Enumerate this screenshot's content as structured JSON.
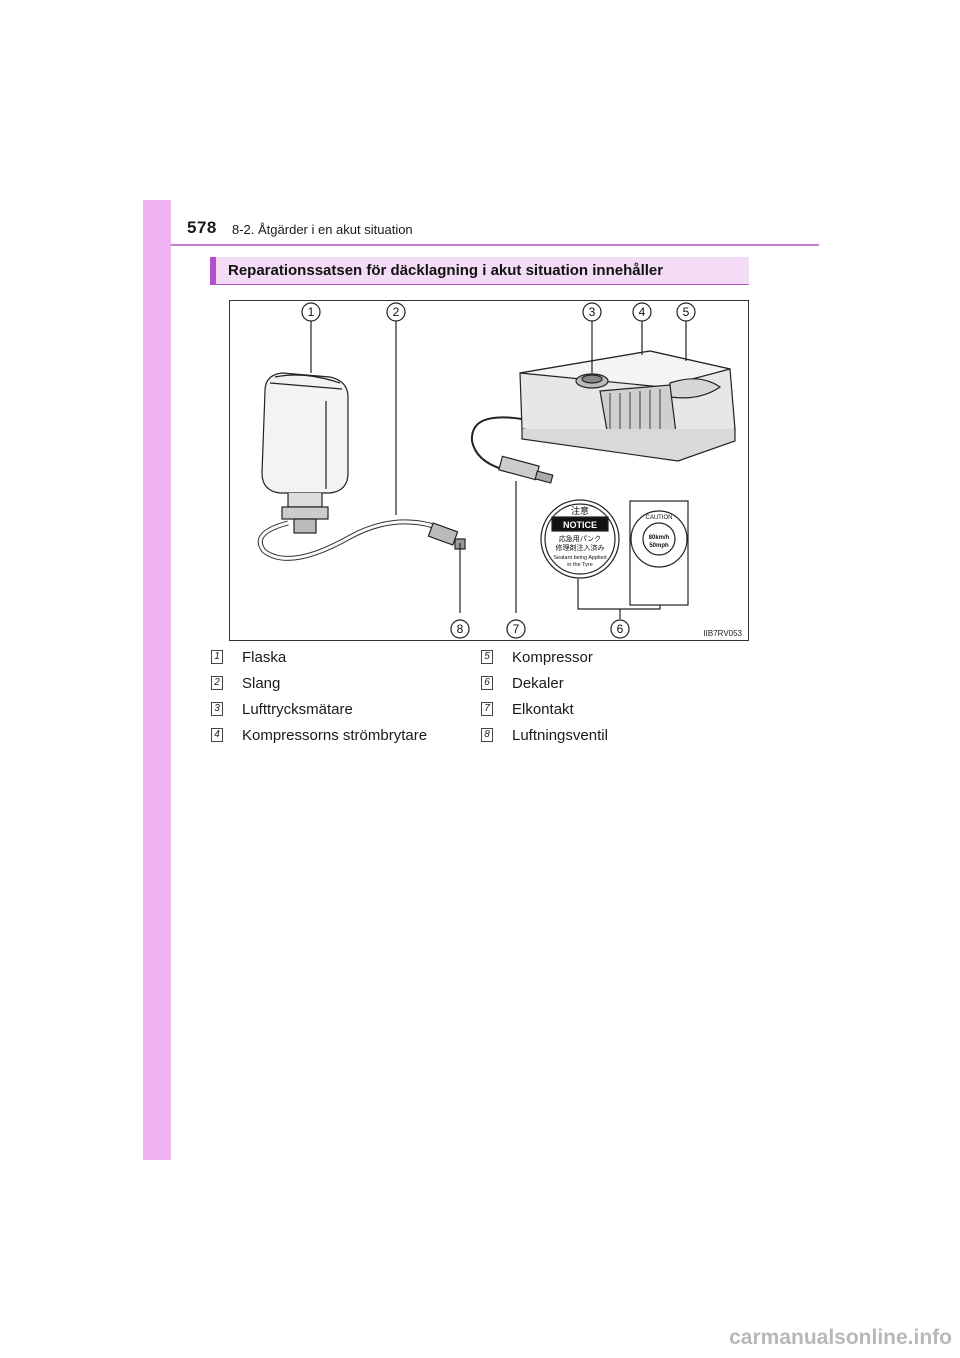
{
  "page": {
    "number": "578",
    "chapter": "8-2. Åtgärder i en akut situation",
    "section_title": "Reparationssatsen för däcklagning i akut situation innehåller",
    "figure_code": "IIB7RV053",
    "watermark": "carmanualsonline.info"
  },
  "callouts": [
    "1",
    "2",
    "3",
    "4",
    "5",
    "6",
    "7",
    "8"
  ],
  "legend": {
    "left": [
      {
        "num": "1",
        "label": "Flaska"
      },
      {
        "num": "2",
        "label": "Slang"
      },
      {
        "num": "3",
        "label": "Lufttrycksmätare"
      },
      {
        "num": "4",
        "label": "Kompressorns strömbrytare"
      }
    ],
    "right": [
      {
        "num": "5",
        "label": "Kompressor"
      },
      {
        "num": "6",
        "label": "Dekaler"
      },
      {
        "num": "7",
        "label": "Elkontakt"
      },
      {
        "num": "8",
        "label": "Luftningsventil"
      }
    ]
  },
  "labels_sticker": {
    "notice_jp": "注意",
    "notice_en": "NOTICE",
    "notice_line1": "応急用パンク",
    "notice_line2": "修理剤注入済み",
    "notice_line3": "Sealant being Applied",
    "notice_line4": "in the Tyre",
    "caution_en": "CAUTION",
    "caution_speed1": "80km/h",
    "caution_speed2": "50mph"
  }
}
